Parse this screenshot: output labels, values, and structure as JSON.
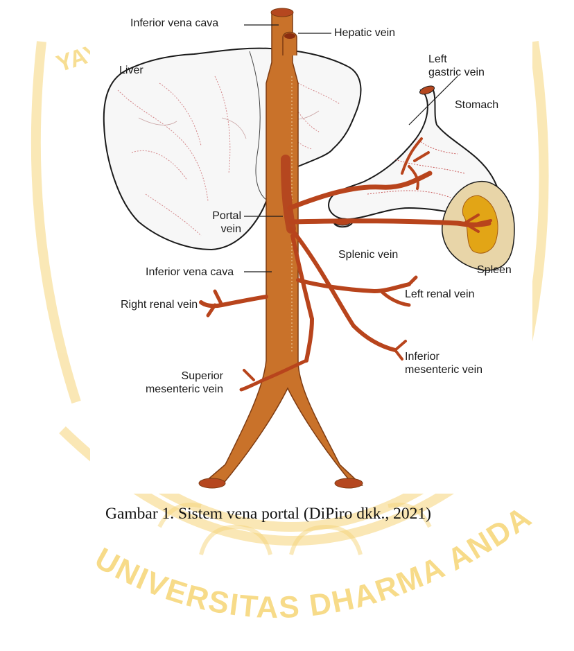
{
  "watermark": {
    "text": "UNIVERSITAS DHARMA ANDALAS",
    "fragment": "YAY",
    "color": "#f2c43c"
  },
  "colors": {
    "vein": "#c9722a",
    "vein_dark": "#b5471f",
    "vessel_branch": "#b8441c",
    "organ_outline": "#1a1a1a",
    "organ_fill": "#f7f7f7",
    "spleen": "#e8d5a8",
    "spleen_core": "#e2a516"
  },
  "labels": {
    "ivc_top": "Inferior vena cava",
    "hepatic_vein": "Hepatic vein",
    "liver": "Liver",
    "left_gastric_vein": "Left\ngastric vein",
    "stomach": "Stomach",
    "portal_vein": "Portal\nvein",
    "splenic_vein": "Splenic vein",
    "spleen": "Spleen",
    "ivc_mid": "Inferior vena cava",
    "right_renal_vein": "Right renal vein",
    "left_renal_vein": "Left renal vein",
    "inferior_mesenteric_vein": "Inferior\nmesenteric vein",
    "superior_mesenteric_vein": "Superior\nmesenteric vein"
  },
  "caption": "Gambar 1. Sistem vena portal (DiPiro dkk., 2021)"
}
